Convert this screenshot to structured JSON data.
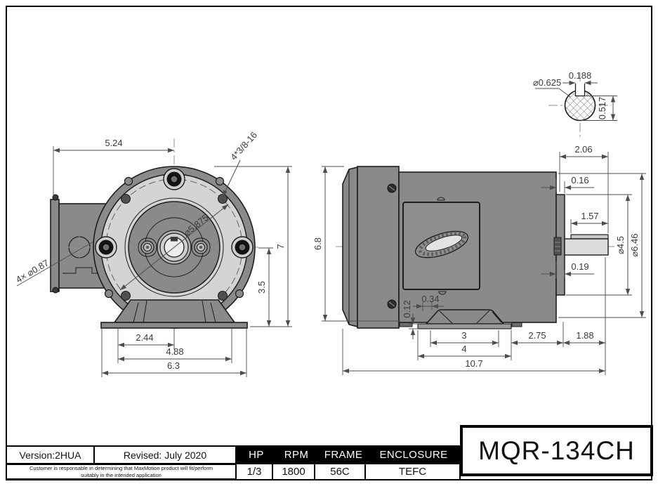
{
  "views": {
    "front": {
      "dims": {
        "width_top": "5.24",
        "overall_height": "7",
        "shaft_height": "3.5",
        "foot_half": "2.44",
        "foot_span": "4.88",
        "base_width": "6.3"
      },
      "labels": {
        "mount_holes": "4*3/8-16",
        "conduit_holes": "4× ⌀0.87",
        "bolt_circle": "⌀5.875"
      }
    },
    "side": {
      "dims": {
        "height": "6.8",
        "flange_to_shaft_end": "2.06",
        "lip_top": "0.16",
        "key_length": "1.57",
        "pilot_dia": "⌀4.5",
        "flange_dia": "⌀6.46",
        "lip_bottom": "0.19",
        "foot_plate_thk": "0.12",
        "foot_edge": "0.34",
        "foot_bolt_span": "3",
        "foot_length": "4",
        "foot_to_flange": "2.75",
        "shaft_length": "1.88",
        "overall_length": "10.7"
      }
    },
    "shaft_section": {
      "dims": {
        "dia": "⌀0.625",
        "key_width": "0.188",
        "key_depth": "0.517"
      }
    }
  },
  "title_block": {
    "version": "Version:2HUA",
    "revised": "Revised: July 2020",
    "disclaimer_line1": "Customer is responsable in determining that MaxMotion product will fit/perform",
    "disclaimer_line2": "suitably in the intended application",
    "specs": [
      {
        "label": "HP",
        "value": "1/3"
      },
      {
        "label": "RPM",
        "value": "1800"
      },
      {
        "label": "FRAME",
        "value": "56C"
      },
      {
        "label": "ENCLOSURE",
        "value": "TEFC"
      }
    ],
    "model": "MQR-134CH"
  }
}
